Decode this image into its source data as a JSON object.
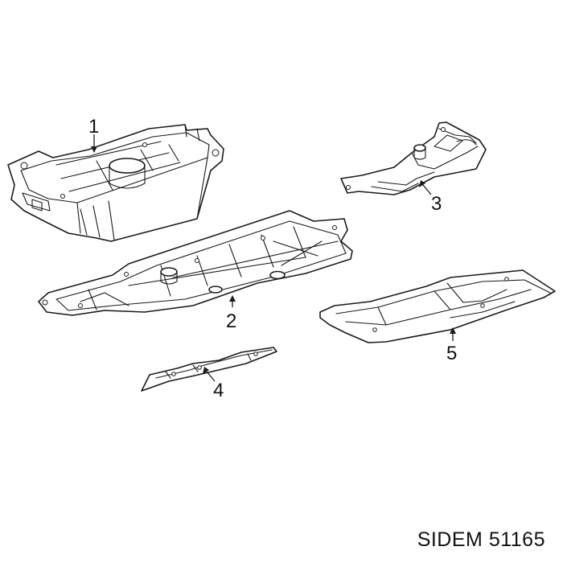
{
  "diagram": {
    "callouts": [
      {
        "number": "1"
      },
      {
        "number": "2"
      },
      {
        "number": "3"
      },
      {
        "number": "4"
      },
      {
        "number": "5"
      }
    ]
  },
  "footer": {
    "brand": "SIDEM",
    "part_number": "51165"
  }
}
